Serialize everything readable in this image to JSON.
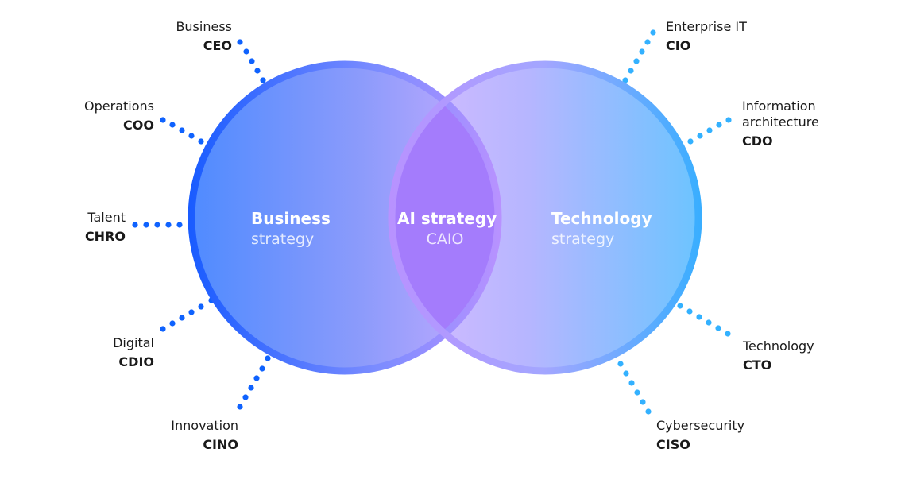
{
  "circles": {
    "left": {
      "title": "Business",
      "subtitle": "strategy"
    },
    "center": {
      "title": "AI strategy",
      "subtitle": "CAIO"
    },
    "right": {
      "title": "Technology",
      "subtitle": "strategy"
    }
  },
  "roles": {
    "ceo": {
      "area": "Business",
      "title": "CEO"
    },
    "coo": {
      "area": "Operations",
      "title": "COO"
    },
    "chro": {
      "area": "Talent",
      "title": "CHRO"
    },
    "cdio": {
      "area": "Digital",
      "title": "CDIO"
    },
    "cino": {
      "area": "Innovation",
      "title": "CINO"
    },
    "cio": {
      "area": "Enterprise IT",
      "title": "CIO"
    },
    "cdo": {
      "area": "Information architecture",
      "area_line1": "Information",
      "area_line2": "architecture",
      "title": "CDO"
    },
    "cto": {
      "area": "Technology",
      "title": "CTO"
    },
    "ciso": {
      "area": "Cybersecurity",
      "title": "CISO"
    }
  },
  "colors": {
    "left_dots": "#0f62fe",
    "right_dots": "#33b1ff",
    "left_circle_start": "#4f8bff",
    "left_circle_end": "#c4a9ff",
    "right_circle_start": "#d4b8ff",
    "right_circle_end": "#6cc4ff",
    "overlap": "#a57dfc",
    "ring_left": "#1a66ff",
    "ring_right": "#44b0ff",
    "ring_mid": "#b38cff"
  }
}
